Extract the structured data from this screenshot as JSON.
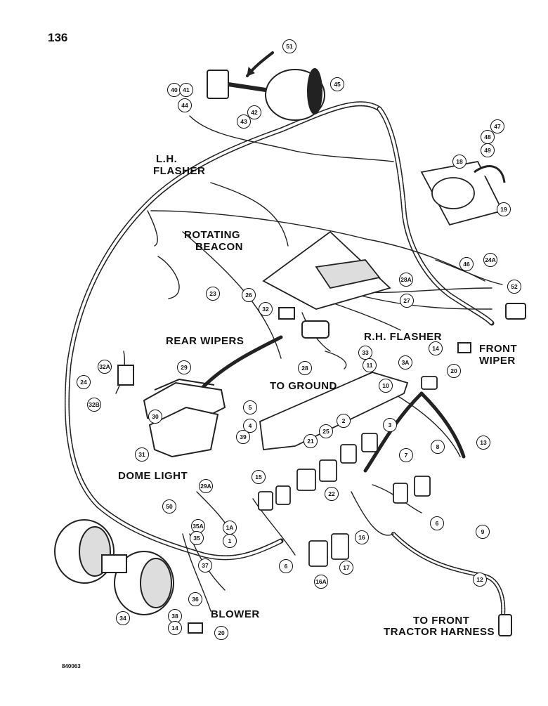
{
  "page_number": "136",
  "figure_id": "840063",
  "labels": {
    "lh_flasher_1": "L.H.",
    "lh_flasher_2": "FLASHER",
    "rotating_beacon_1": "ROTATING",
    "rotating_beacon_2": "BEACON",
    "rear_wipers": "REAR WIPERS",
    "rh_flasher": "R.H. FLASHER",
    "front_wiper_1": "FRONT",
    "front_wiper_2": "WIPER",
    "to_ground": "TO GROUND",
    "dome_light": "DOME LIGHT",
    "blower": "BLOWER",
    "to_front_1": "TO FRONT",
    "to_front_2": "TRACTOR HARNESS"
  },
  "callouts": [
    "51",
    "45",
    "40",
    "41",
    "42",
    "43",
    "44",
    "47",
    "48",
    "49",
    "18",
    "19",
    "46",
    "24A",
    "52",
    "26",
    "28A",
    "27",
    "32",
    "23",
    "14",
    "20",
    "3A",
    "33",
    "28",
    "11",
    "10",
    "32A",
    "24",
    "32B",
    "29",
    "5",
    "4",
    "39",
    "21",
    "25",
    "2",
    "3",
    "13",
    "30",
    "31",
    "29A",
    "15",
    "22",
    "7",
    "8",
    "6",
    "50",
    "35A",
    "35",
    "1A",
    "1",
    "37",
    "9",
    "16",
    "16A",
    "17",
    "12",
    "34",
    "36",
    "38"
  ]
}
